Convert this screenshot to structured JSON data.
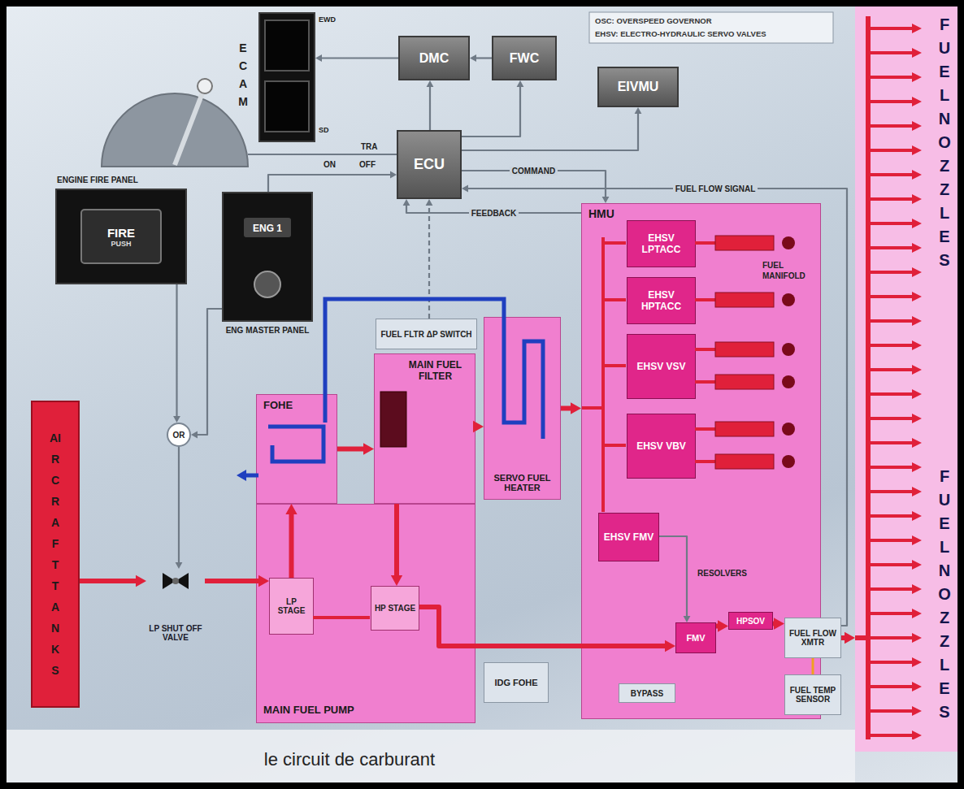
{
  "diagram": {
    "caption": "le circuit de carburant",
    "nodes": [
      {
        "text": [
          "EWD",
          "SD"
        ]
      },
      {
        "text": [
          "DMC"
        ]
      },
      {
        "text": [
          "FWC"
        ]
      },
      {
        "text": [
          "EIVMU"
        ]
      },
      {
        "text": [
          "ECU"
        ]
      },
      {
        "text": [
          "ENGINE FIRE PANEL",
          "FIRE",
          "PUSH"
        ]
      },
      {
        "text": [
          "ENG 1",
          "ENG MASTER PANEL"
        ]
      },
      {
        "text": [
          "AIRCRAFT TANKS"
        ]
      },
      {
        "text": [
          "OR"
        ]
      },
      {
        "text": [
          "LP SHUT OFF VALVE"
        ]
      },
      {
        "text": [
          "HMU"
        ]
      },
      {
        "text": [
          "EHSV LPTACC"
        ],
        "in": 10
      },
      {
        "text": [
          "EHSV HPTACC"
        ],
        "in": 10
      },
      {
        "text": [
          "EHSV VSV"
        ],
        "in": 10
      },
      {
        "text": [
          "EHSV VBV"
        ],
        "in": 10
      },
      {
        "text": [
          "FUEL FLTR ΔP SWITCH"
        ]
      },
      {
        "text": [
          "SERVO FUEL HEATER"
        ]
      },
      {
        "text": [
          "FOHE"
        ]
      },
      {
        "text": [
          "MAIN FUEL FILTER"
        ]
      },
      {
        "text": [
          "EHSV FMV"
        ],
        "in": 10
      },
      {
        "text": [
          "FMV"
        ],
        "in": 10
      },
      {
        "text": [
          "HPSOV"
        ],
        "in": 10
      },
      {
        "text": [
          "BYPASS"
        ],
        "in": 10
      },
      {
        "text": [
          "MAIN FUEL PUMP"
        ]
      },
      {
        "text": [
          "LP STAGE"
        ],
        "in": 23
      },
      {
        "text": [
          "HP STAGE"
        ],
        "in": 23
      },
      {
        "text": [
          "IDG FOHE"
        ]
      },
      {
        "text": [
          "FUEL FLOW XMTR"
        ]
      },
      {
        "text": [
          "FUEL TEMP SENSOR"
        ]
      },
      {
        "text": [
          "FUEL NOZZLES",
          "FUEL NOZZLES"
        ]
      }
    ],
    "edges": [
      {
        "from": 1,
        "to": 0,
        "arrow": "to"
      },
      {
        "from": 2,
        "to": 1,
        "arrow": "to"
      },
      {
        "from": 4,
        "to": 1,
        "arrow": "to"
      },
      {
        "from": 4,
        "to": 2,
        "arrow": "to"
      },
      {
        "from": 4,
        "to": 3,
        "arrow": "to"
      },
      {
        "from": 6,
        "to": 4,
        "arrow": "to"
      },
      {
        "from": 10,
        "to": 4,
        "arrow": "to",
        "label": "FEEDBACK"
      },
      {
        "from": 4,
        "to": 10,
        "arrow": "to",
        "label": "COMMAND"
      },
      {
        "from": 27,
        "to": 4,
        "arrow": "to",
        "label": "FUEL FLOW SIGNAL"
      },
      {
        "from": 27,
        "to": 29,
        "arrow": "to"
      },
      {
        "from": 21,
        "to": 27,
        "arrow": "to"
      },
      {
        "from": 20,
        "to": 21,
        "arrow": "to"
      },
      {
        "from": 25,
        "to": 20,
        "arrow": "to"
      },
      {
        "from": 7,
        "to": 9,
        "arrow": "to"
      },
      {
        "from": 9,
        "to": 24,
        "arrow": "to"
      },
      {
        "from": 24,
        "to": 17,
        "arrow": "to"
      },
      {
        "from": 17,
        "to": 18,
        "arrow": "to"
      },
      {
        "from": 18,
        "to": 25,
        "arrow": "to"
      },
      {
        "from": 18,
        "to": 16,
        "arrow": "to"
      },
      {
        "from": 16,
        "to": 10,
        "arrow": "to"
      },
      {
        "from": 5,
        "to": 8,
        "arrow": "to"
      },
      {
        "from": 6,
        "to": 8,
        "arrow": "to"
      },
      {
        "from": 8,
        "to": 9,
        "arrow": "to"
      },
      {
        "from": 15,
        "to": 4,
        "arrow": "to"
      },
      {
        "from": 19,
        "to": 20,
        "arrow": "to"
      }
    ],
    "labels": [
      "E C A M",
      "OSC: OVERSPEED GOVERNOR",
      "EHSV: ELECTRO-HYDRAULIC SERVO VALVES",
      "TRA",
      "ON",
      "OFF",
      "RESOLVERS",
      "FUEL MANIFOLD"
    ]
  }
}
